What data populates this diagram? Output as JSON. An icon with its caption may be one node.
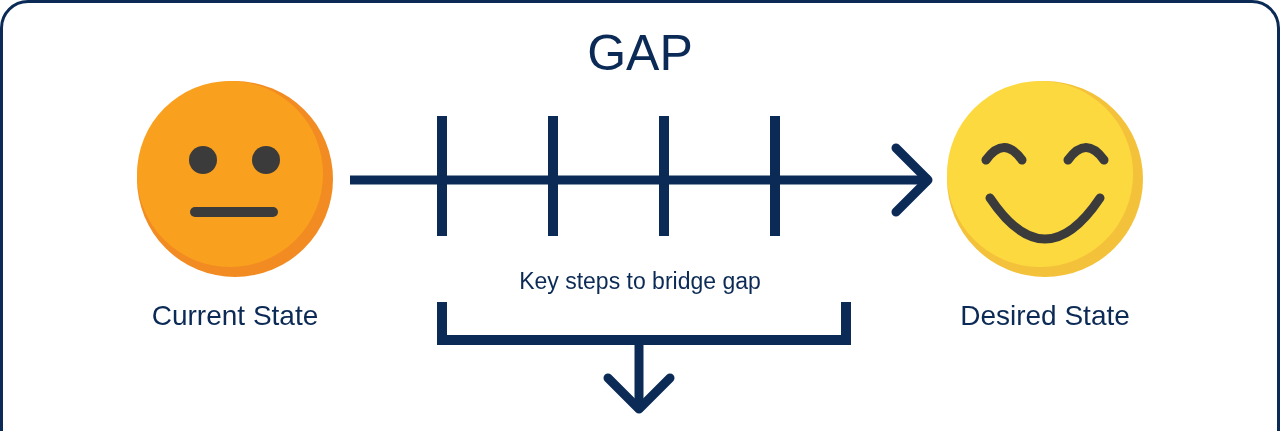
{
  "diagram": {
    "title": "GAP",
    "nodes": [
      {
        "text": [
          "Current State"
        ]
      },
      {
        "text": [
          "Desired State"
        ]
      }
    ],
    "edges": [
      {
        "from": 0,
        "to": 1,
        "arrow": "to"
      }
    ],
    "labels": [
      "Key steps to bridge gap"
    ]
  }
}
